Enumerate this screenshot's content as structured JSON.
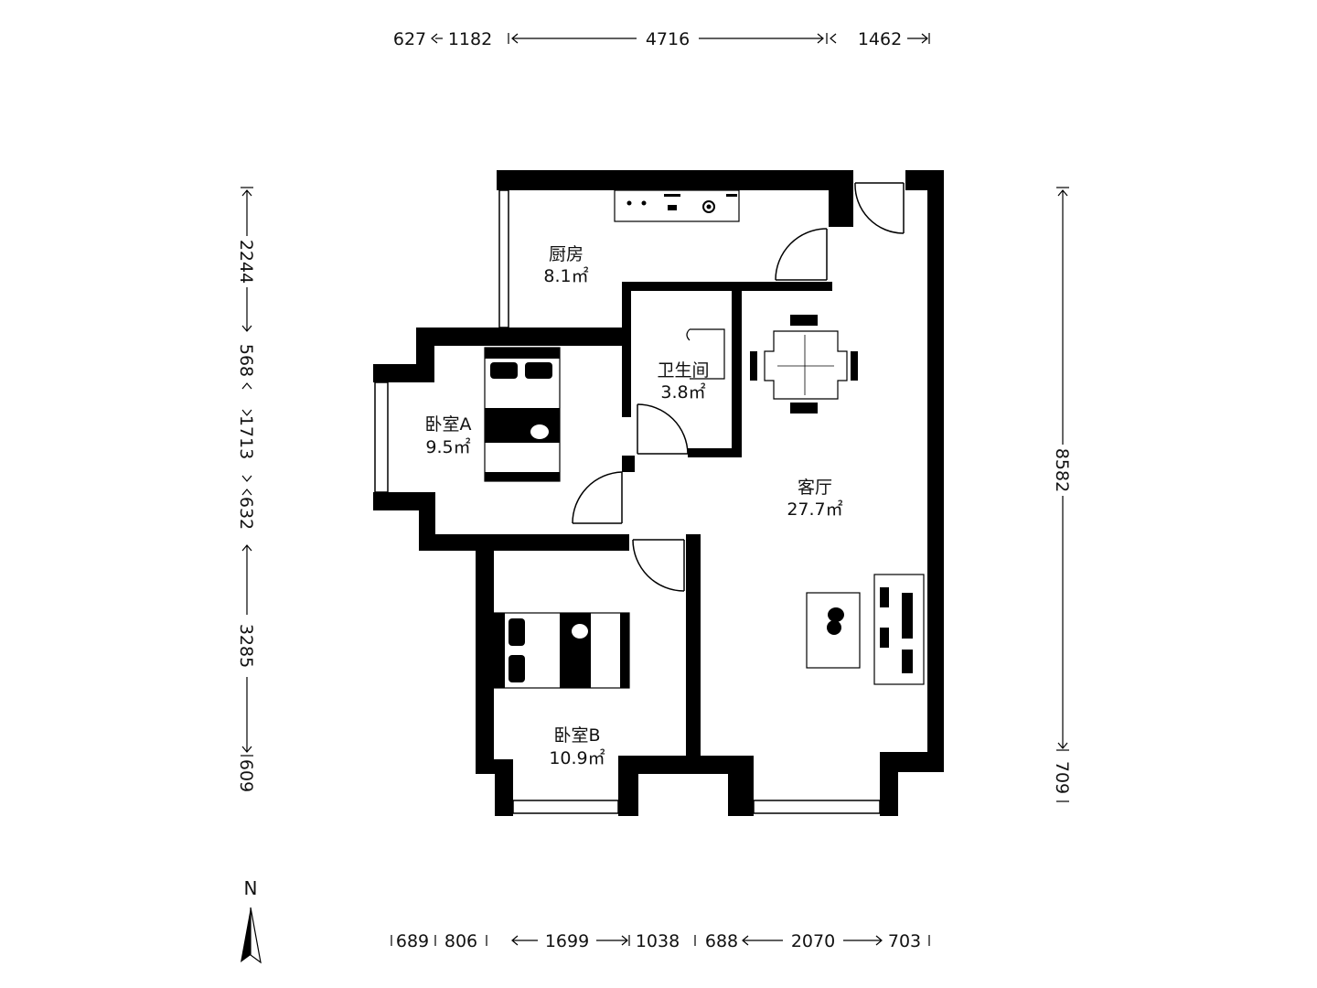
{
  "rooms": {
    "kitchen": {
      "name": "厨房",
      "area": "8.1㎡"
    },
    "bathroom": {
      "name": "卫生间",
      "area": "3.8㎡"
    },
    "bedroom_a": {
      "name": "卧室A",
      "area": "9.5㎡"
    },
    "living": {
      "name": "客厅",
      "area": "27.7㎡"
    },
    "bedroom_b": {
      "name": "卧室B",
      "area": "10.9㎡"
    }
  },
  "dimensions": {
    "top": [
      "627",
      "1182",
      "4716",
      "1462"
    ],
    "bottom": [
      "689",
      "806",
      "1699",
      "1038",
      "688",
      "2070",
      "703"
    ],
    "left": [
      "2244",
      "568",
      "1713",
      "632",
      "3285",
      "609"
    ],
    "right": [
      "8582",
      "709"
    ]
  },
  "compass": {
    "label": "N"
  }
}
